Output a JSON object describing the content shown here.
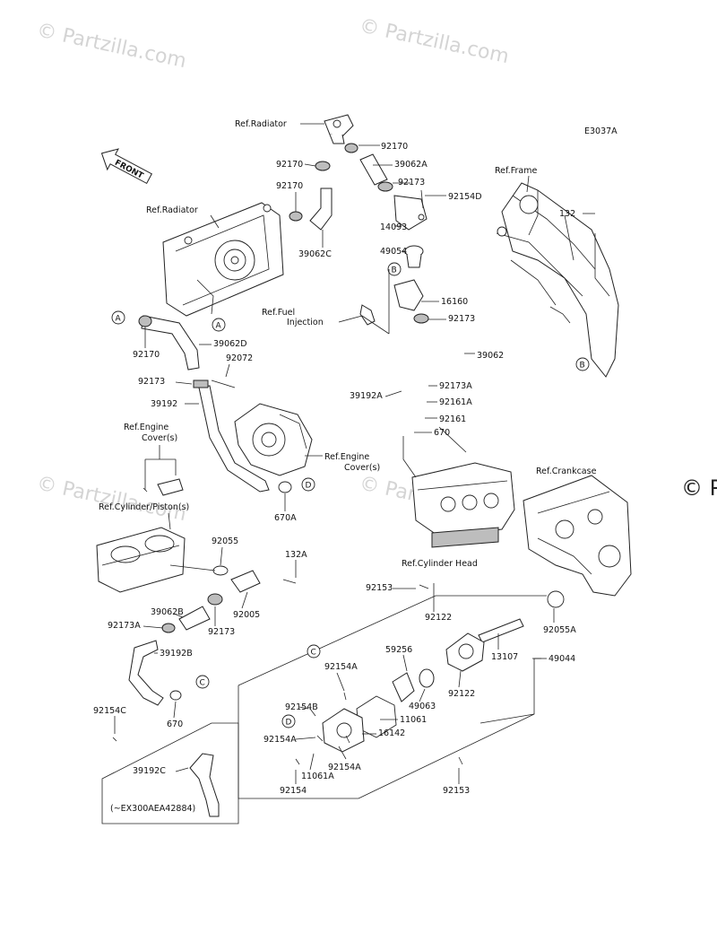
{
  "diagram_code": "E3037A",
  "watermarks": [
    "© Partzilla.com",
    "© Partzilla.com",
    "© Partzilla.com",
    "© Partzilla.com",
    "© P"
  ],
  "front_label": "FRONT",
  "ref_labels": {
    "radiator_top": "Ref.Radiator",
    "radiator": "Ref.Radiator",
    "frame": "Ref.Frame",
    "fuel_injection_1": "Ref.Fuel",
    "fuel_injection_2": "Injection",
    "engine_cover_left_1": "Ref.Engine",
    "engine_cover_left_2": "Cover(s)",
    "engine_cover_right_1": "Ref.Engine",
    "engine_cover_right_2": "Cover(s)",
    "cylinder_piston": "Ref.Cylinder/Piston(s)",
    "crankcase": "Ref.Crankcase",
    "cylinder_head": "Ref.Cylinder Head"
  },
  "callouts": [
    "A",
    "A",
    "B",
    "B",
    "C",
    "C",
    "D",
    "D"
  ],
  "serial_note": "(~EX300AEA42884)",
  "part_labels": [
    "92170",
    "92170",
    "92170",
    "92170",
    "39062A",
    "92173",
    "92154D",
    "14093",
    "49054",
    "16160",
    "92173",
    "132",
    "39062C",
    "39062D",
    "92173",
    "92072",
    "39192",
    "39062",
    "39192A",
    "92173A",
    "92161A",
    "92161",
    "670",
    "670A",
    "92055",
    "132A",
    "39062B",
    "92173A",
    "92173",
    "92005",
    "39192B",
    "92154C",
    "670",
    "92153",
    "92122",
    "92055A",
    "59256",
    "13107",
    "49044",
    "49063",
    "92122",
    "92154A",
    "92154B",
    "11061",
    "16142",
    "92154A",
    "92154A",
    "11061A",
    "92154",
    "92153",
    "39192C"
  ]
}
